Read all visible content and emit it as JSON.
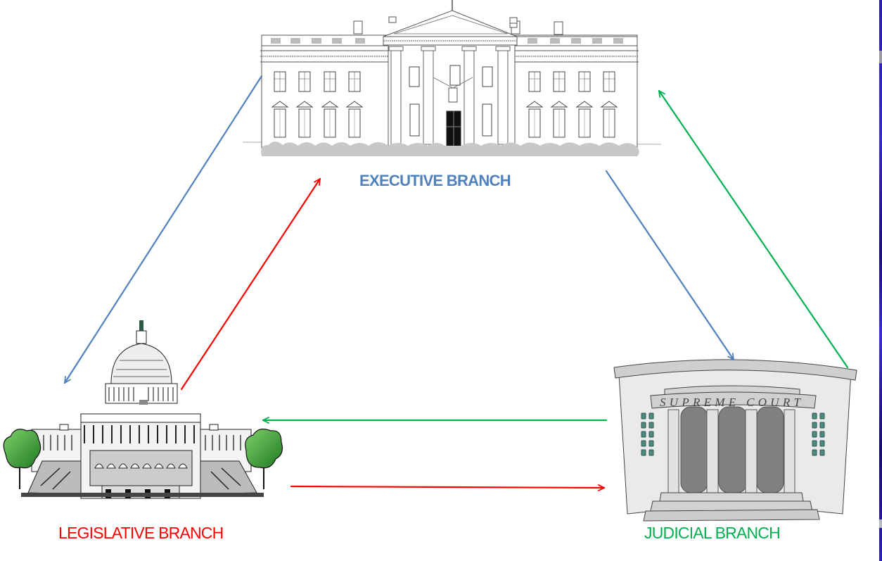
{
  "diagram": {
    "type": "checks-and-balances",
    "nodes": [
      {
        "id": "executive",
        "label": "EXECUTIVE BRANCH",
        "icon": "white-house-icon",
        "color": "#4f81bd"
      },
      {
        "id": "legislative",
        "label": "LEGISLATIVE BRANCH",
        "icon": "capitol-building-icon",
        "color": "#ff0000"
      },
      {
        "id": "judicial",
        "label": "JUDICIAL BRANCH",
        "icon": "supreme-court-icon",
        "color": "#00b050"
      }
    ],
    "edges": [
      {
        "from": "executive",
        "to": "legislative",
        "color": "#4f81bd"
      },
      {
        "from": "executive",
        "to": "judicial",
        "color": "#4f81bd"
      },
      {
        "from": "legislative",
        "to": "executive",
        "color": "#ff0000"
      },
      {
        "from": "legislative",
        "to": "judicial",
        "color": "#ff0000"
      },
      {
        "from": "judicial",
        "to": "executive",
        "color": "#00b050"
      },
      {
        "from": "judicial",
        "to": "legislative",
        "color": "#00b050"
      }
    ],
    "court_sign_text": "SUPREME COURT"
  }
}
